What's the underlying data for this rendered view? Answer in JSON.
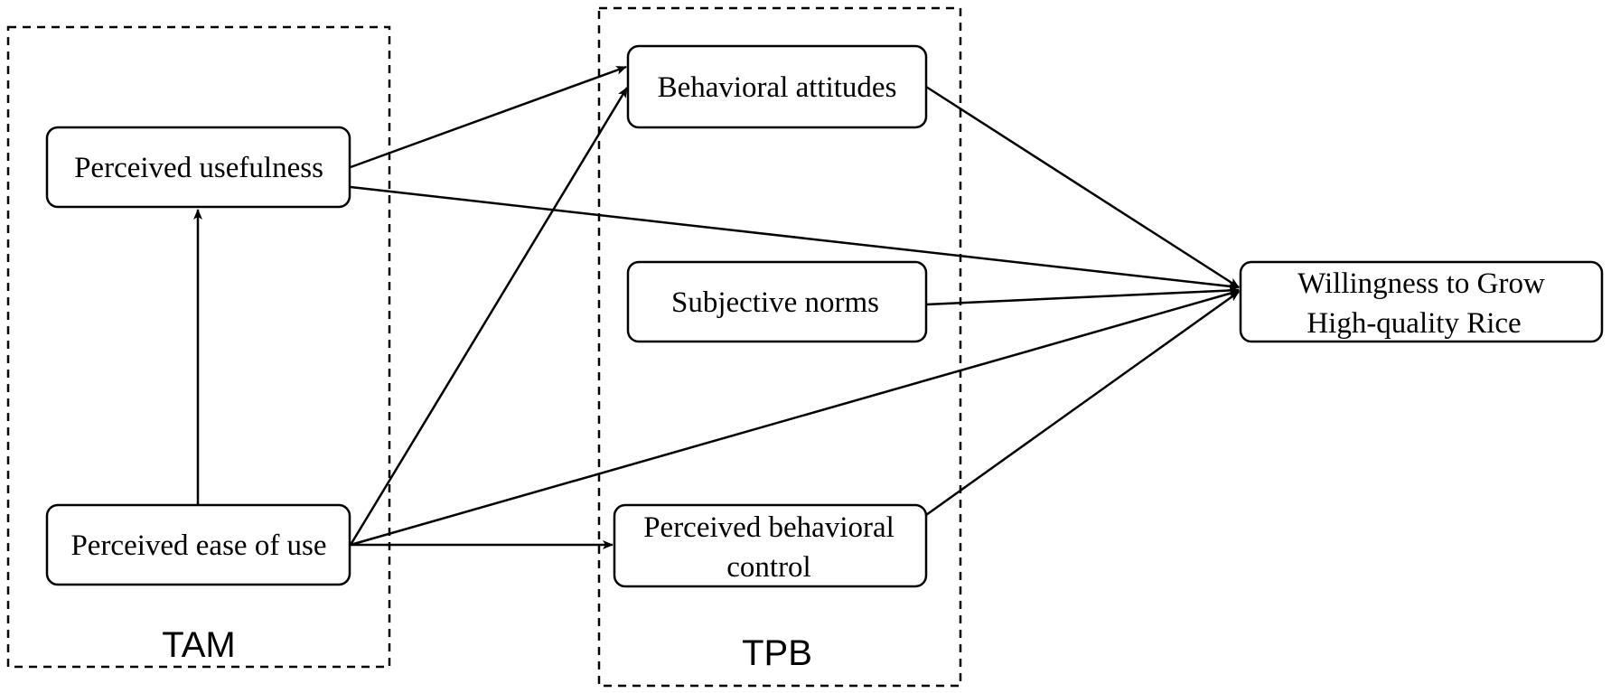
{
  "groups": {
    "tam": {
      "label": "TAM"
    },
    "tpb": {
      "label": "TPB"
    }
  },
  "nodes": {
    "perceived_usefulness": {
      "lines": [
        "Perceived usefulness"
      ]
    },
    "perceived_ease_of_use": {
      "lines": [
        "Perceived ease of use"
      ]
    },
    "behavioral_attitudes": {
      "lines": [
        "Behavioral attitudes"
      ]
    },
    "subjective_norms": {
      "lines": [
        "Subjective norms"
      ]
    },
    "perceived_behavioral_control": {
      "lines": [
        "Perceived behavioral",
        "control"
      ]
    },
    "willingness": {
      "lines": [
        "Willingness to Grow",
        "High-quality Rice"
      ]
    }
  },
  "edges": [
    {
      "from": "perceived_ease_of_use",
      "to": "perceived_usefulness"
    },
    {
      "from": "perceived_usefulness",
      "to": "behavioral_attitudes"
    },
    {
      "from": "perceived_usefulness",
      "to": "willingness"
    },
    {
      "from": "perceived_ease_of_use",
      "to": "behavioral_attitudes"
    },
    {
      "from": "perceived_ease_of_use",
      "to": "willingness"
    },
    {
      "from": "perceived_ease_of_use",
      "to": "perceived_behavioral_control"
    },
    {
      "from": "behavioral_attitudes",
      "to": "willingness"
    },
    {
      "from": "subjective_norms",
      "to": "willingness"
    },
    {
      "from": "perceived_behavioral_control",
      "to": "willingness"
    }
  ],
  "colors": {
    "stroke": "#000000",
    "background": "#ffffff"
  }
}
